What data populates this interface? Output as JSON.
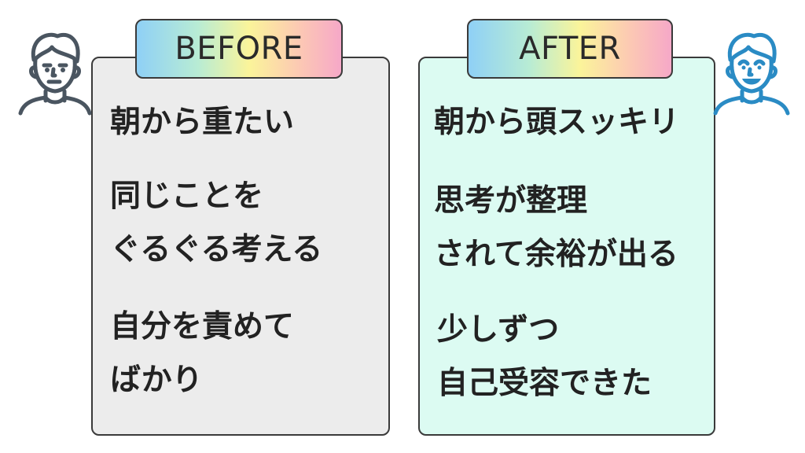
{
  "before": {
    "label": "BEFORE",
    "items": [
      {
        "lines": [
          "朝から重たい"
        ]
      },
      {
        "lines": [
          "同じことを",
          "ぐるぐる考える"
        ]
      },
      {
        "lines": [
          "自分を責めて",
          "ばかり"
        ]
      }
    ]
  },
  "after": {
    "label": "AFTER",
    "items": [
      {
        "lines": [
          "朝から頭スッキリ"
        ]
      },
      {
        "lines": [
          "思考が整理",
          "されて余裕が出る"
        ]
      },
      {
        "lines": [
          "少しずつ",
          "自己受容できた"
        ]
      }
    ]
  },
  "icons": {
    "before_avatar": "tired-man-icon",
    "after_avatar": "happy-man-icon"
  },
  "colors": {
    "before_panel": "#ececec",
    "after_panel": "#dcfbf2",
    "before_avatar": "#4a5560",
    "after_avatar": "#2a8bc4"
  }
}
